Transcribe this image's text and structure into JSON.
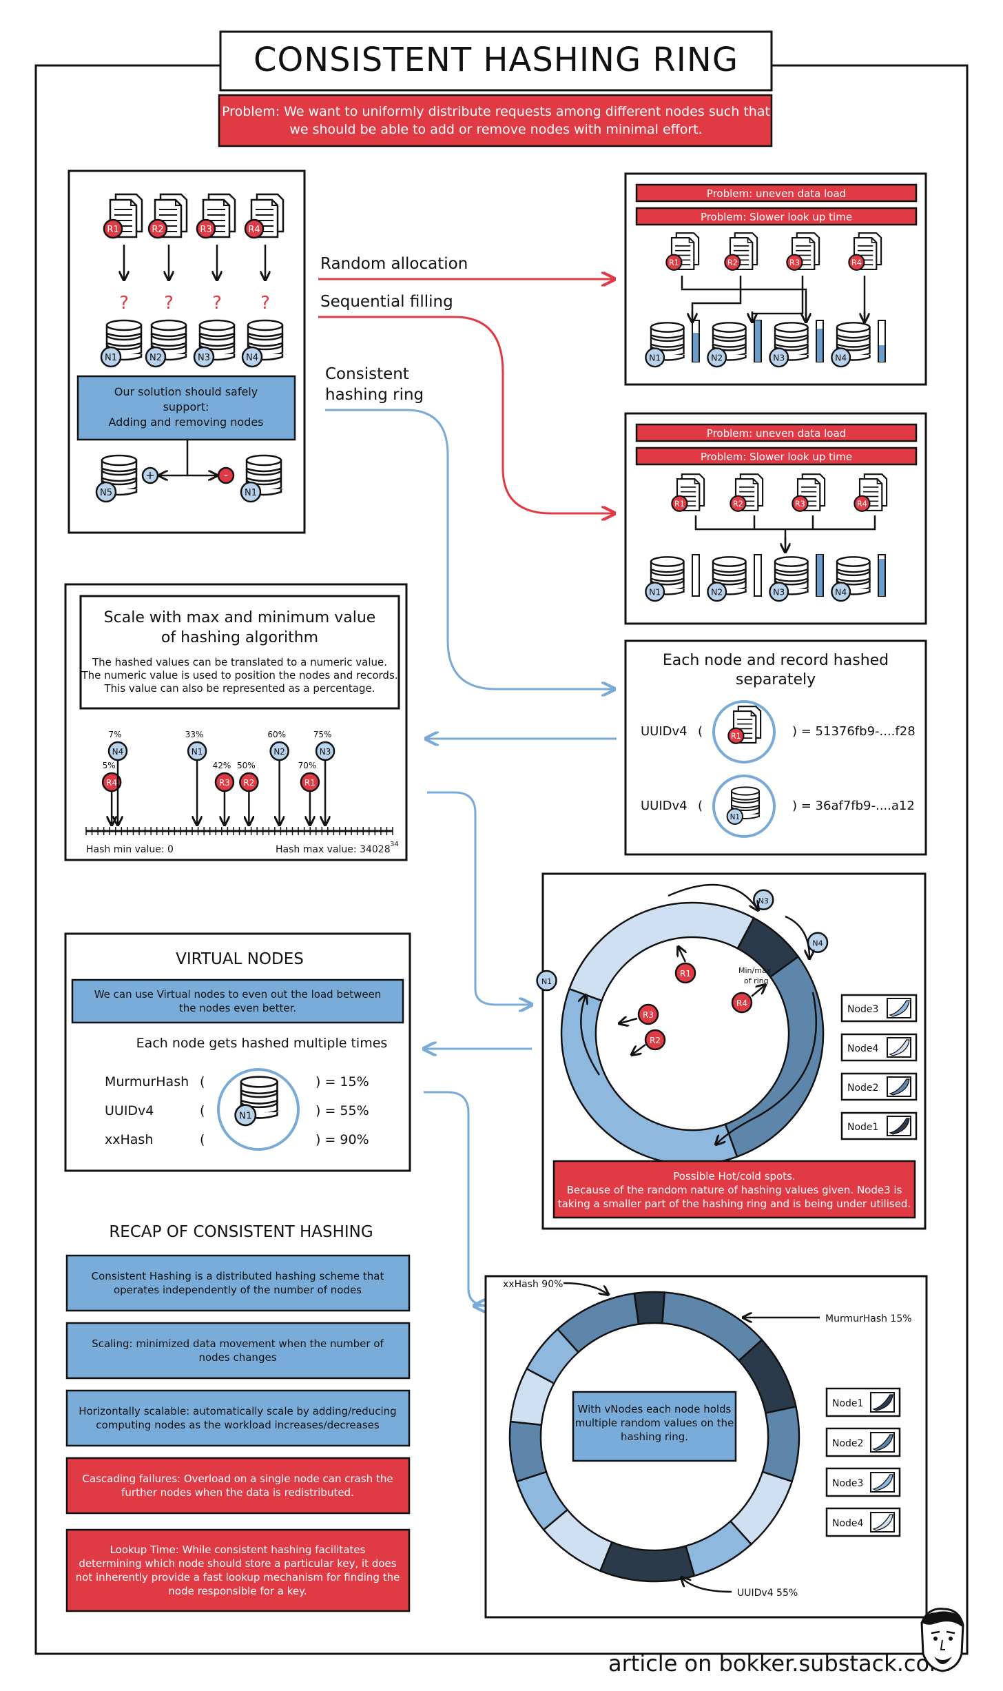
{
  "title": "CONSISTENT HASHING RING",
  "problem": [
    "Problem: We want to uniformly distribute requests among different nodes such that",
    "we should be able to add or remove nodes with minimal effort."
  ],
  "records": [
    "R1",
    "R2",
    "R3",
    "R4"
  ],
  "nodes": [
    "N1",
    "N2",
    "N3",
    "N4"
  ],
  "question_mark": "?",
  "solution_box": [
    "Our solution should safely",
    "support:",
    "Adding and removing nodes"
  ],
  "add_node": "N5",
  "remove_node": "N1",
  "plus": "+",
  "minus": "-",
  "routes": {
    "random": "Random allocation",
    "sequential": "Sequential filling",
    "ring": [
      "Consistent",
      "hashing ring"
    ]
  },
  "problems_right": [
    "Problem: uneven data load",
    "Problem: Slower look up time"
  ],
  "scale": {
    "title": [
      "Scale with max and minimum value",
      "of hashing algorithm"
    ],
    "desc": [
      "The hashed values can be translated to a numeric value.",
      "The numeric value is used to position the nodes and records.",
      "This value can also be represented as a percentage."
    ],
    "markers": [
      {
        "label": "R4",
        "pct": "5%",
        "type": "record"
      },
      {
        "label": "N4",
        "pct": "7%",
        "type": "node"
      },
      {
        "label": "N1",
        "pct": "33%",
        "type": "node"
      },
      {
        "label": "R3",
        "pct": "42%",
        "type": "record"
      },
      {
        "label": "R2",
        "pct": "50%",
        "type": "record"
      },
      {
        "label": "N2",
        "pct": "60%",
        "type": "node"
      },
      {
        "label": "R1",
        "pct": "70%",
        "type": "record"
      },
      {
        "label": "N3",
        "pct": "75%",
        "type": "node"
      }
    ],
    "min_label": "Hash min value: 0",
    "max_label": "Hash max value: 34028",
    "max_exp": "34"
  },
  "hashed": {
    "title": [
      "Each node and record hashed",
      "separately"
    ],
    "fn": "UUIDv4",
    "open": "(",
    "rows": [
      {
        "item": "R1",
        "result": ") = 51376fb9-....f28"
      },
      {
        "item": "N1",
        "result": ") = 36af7fb9-....a12"
      }
    ]
  },
  "ring1": {
    "nodes": [
      "N1",
      "N2",
      "N3",
      "N4"
    ],
    "records": [
      "R1",
      "R2",
      "R3",
      "R4"
    ],
    "minmax": [
      "Min/max",
      "of ring"
    ],
    "legend": [
      "Node3",
      "Node4",
      "Node2",
      "Node1"
    ],
    "note": [
      "Possible Hot/cold spots.",
      "Because of the random nature of hashing values given. Node3 is",
      "taking a smaller part of the hashing ring and is being under utilised."
    ]
  },
  "vnodes": {
    "title": "VIRTUAL NODES",
    "desc": [
      "We can use Virtual nodes to even out the load between",
      "the nodes even better."
    ],
    "subtitle": "Each node gets hashed multiple times",
    "node": "N1",
    "rows": [
      {
        "fn": "MurmurHash",
        "open": "(",
        "result": ") = 15%"
      },
      {
        "fn": "UUIDv4",
        "open": "(",
        "result": ") = 55%"
      },
      {
        "fn": "xxHash",
        "open": "(",
        "result": ") = 90%"
      }
    ]
  },
  "recap": {
    "title": "RECAP OF CONSISTENT HASHING",
    "items": [
      {
        "color": "#79acd9",
        "lines": [
          "Consistent Hashing is a distributed hashing scheme that",
          "operates independently of the number of nodes"
        ]
      },
      {
        "color": "#79acd9",
        "lines": [
          "Scaling: minimized data movement when the number of",
          "nodes changes"
        ]
      },
      {
        "color": "#79acd9",
        "lines": [
          "Horizontally scalable: automatically scale by adding/reducing",
          "computing nodes as the workload increases/decreases"
        ]
      },
      {
        "color": "#e03a45",
        "lines": [
          "Cascading failures: Overload on a single node can crash the",
          "further nodes when the data is redistributed."
        ]
      },
      {
        "color": "#e03a45",
        "lines": [
          "Lookup Time: While consistent hashing facilitates",
          "determining which node should store a particular key, it does",
          "not inherently provide a fast lookup mechanism for finding the",
          "node responsible for a key."
        ]
      }
    ]
  },
  "ring2": {
    "labels": [
      "xxHash 90%",
      "MurmurHash 15%",
      "UUIDv4 55%"
    ],
    "center": [
      "With vNodes each node holds",
      "multiple random values on the",
      "hashing ring."
    ],
    "legend": [
      "Node1",
      "Node2",
      "Node3",
      "Node4"
    ]
  },
  "node_colors": {
    "Node1": "#2b3a4a",
    "Node2": "#5d86aa",
    "Node3": "#8fb8de",
    "Node4": "#cfe0f2"
  },
  "footer": "article on bokker.substack.com"
}
